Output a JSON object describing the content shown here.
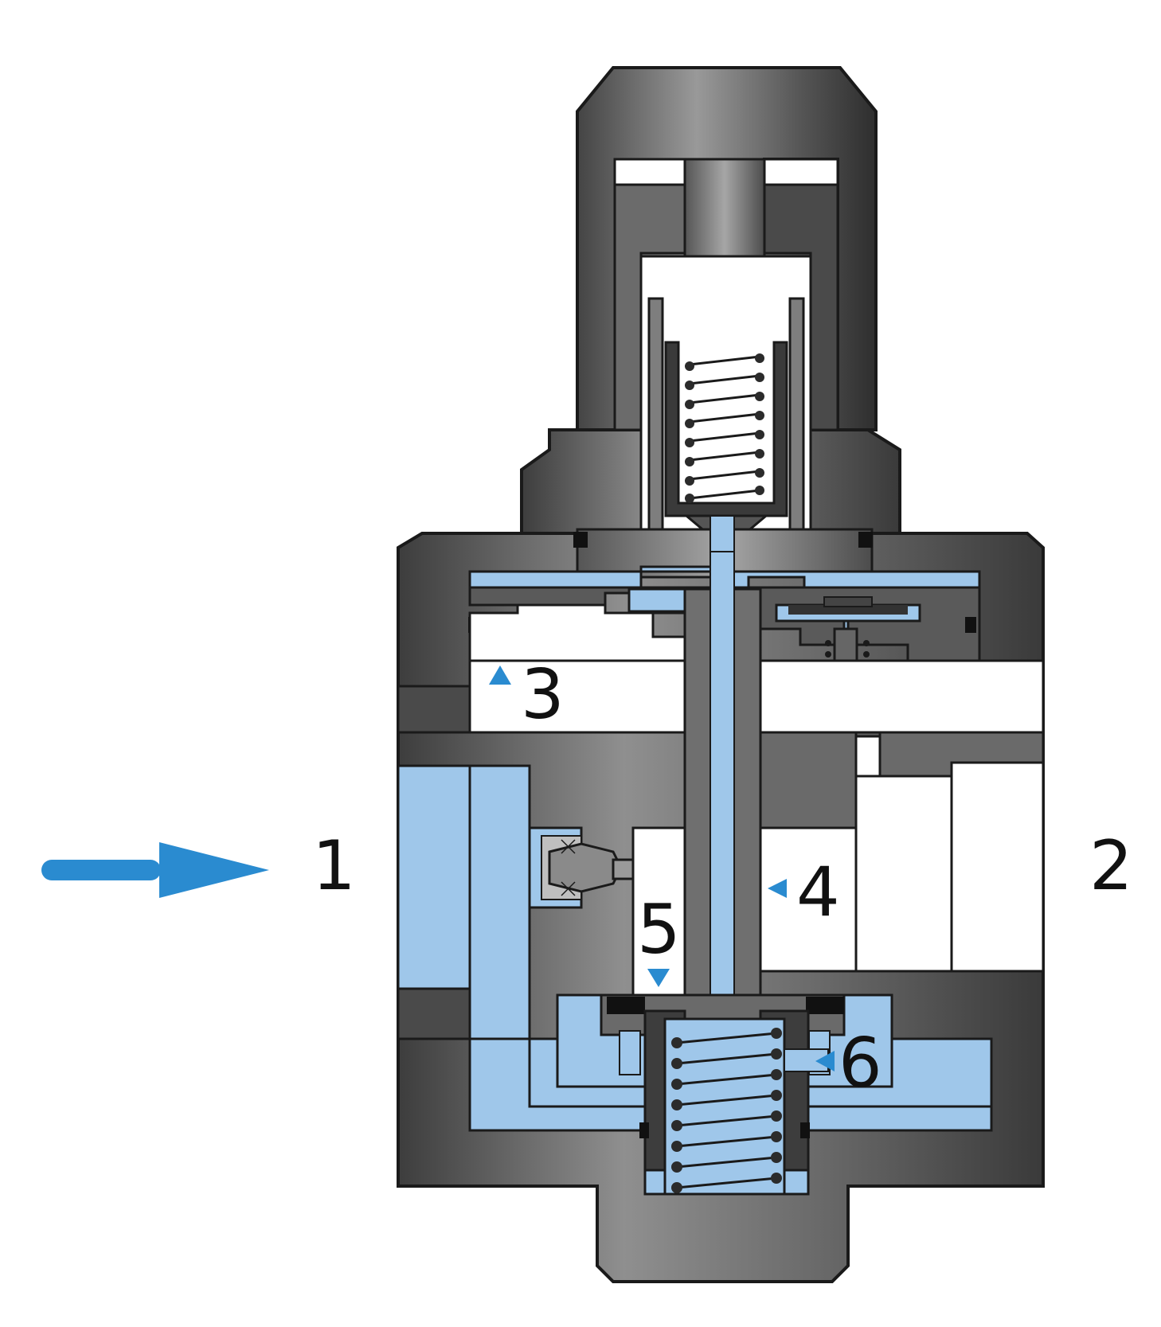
{
  "diagram": {
    "type": "pressure-regulator-cross-section",
    "colors": {
      "body": "#5b5b5b",
      "body_dark": "#3c3c3c",
      "body_light": "#8e8e8e",
      "outline": "#1a1a1a",
      "fluid": "#9fc7ea",
      "flow_arrow": "#2a8bd0",
      "cavity": "#ffffff"
    },
    "labels": {
      "port_1": "1",
      "port_2": "2",
      "port_3": "3",
      "port_4": "4",
      "port_5": "5",
      "port_6": "6"
    },
    "icons": {
      "inlet_arrow": "arrow-right-icon",
      "marker": "triangle-marker-icon",
      "spring": "spring-icon"
    }
  }
}
